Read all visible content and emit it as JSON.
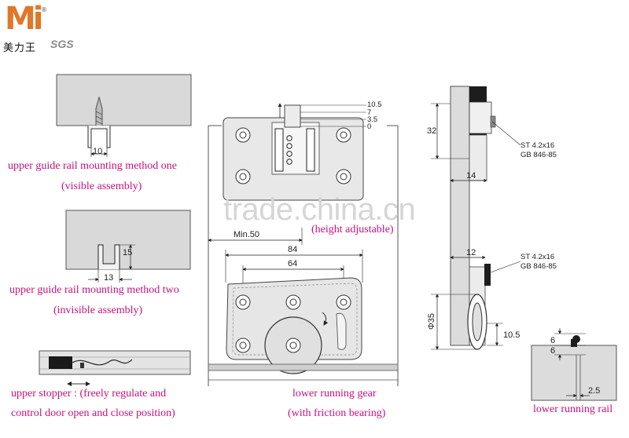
{
  "logo": {
    "mark": "Mi",
    "reg": "®",
    "chinese": "美力王",
    "sgs": "SGS"
  },
  "watermark": "trade.china.cn",
  "captions": {
    "method_one_line1": "upper guide rail mounting method one",
    "method_one_line2": "(visible assembly)",
    "method_two_line1": "upper guide rail mounting method two",
    "method_two_line2": "(invisible assembly)",
    "stopper_line1": "upper stopper : (freely regulate and",
    "stopper_line2": "control door open and close position)",
    "height_adjustable": "(height adjustable)",
    "gear_line1": "lower running gear",
    "gear_line2": "(with friction bearing)",
    "lower_rail": "lower running rail"
  },
  "dimensions": {
    "d10": "10",
    "d15": "15",
    "d13": "13",
    "h10_5": "10.5",
    "h7": "7",
    "h3_5": "3.5",
    "h0": "0",
    "min50": "Min.50",
    "d84": "84",
    "d64": "64",
    "d32": "32",
    "screw1": "ST 4.2x16",
    "std1": "GB 846-85",
    "d14": "14",
    "d12": "12",
    "screw2": "ST 4.2x16",
    "std2": "GB 846-85",
    "phi35": "Φ35",
    "d10_5": "10.5",
    "r6a": "6",
    "r6b": "6",
    "r2_5": "2.5"
  }
}
